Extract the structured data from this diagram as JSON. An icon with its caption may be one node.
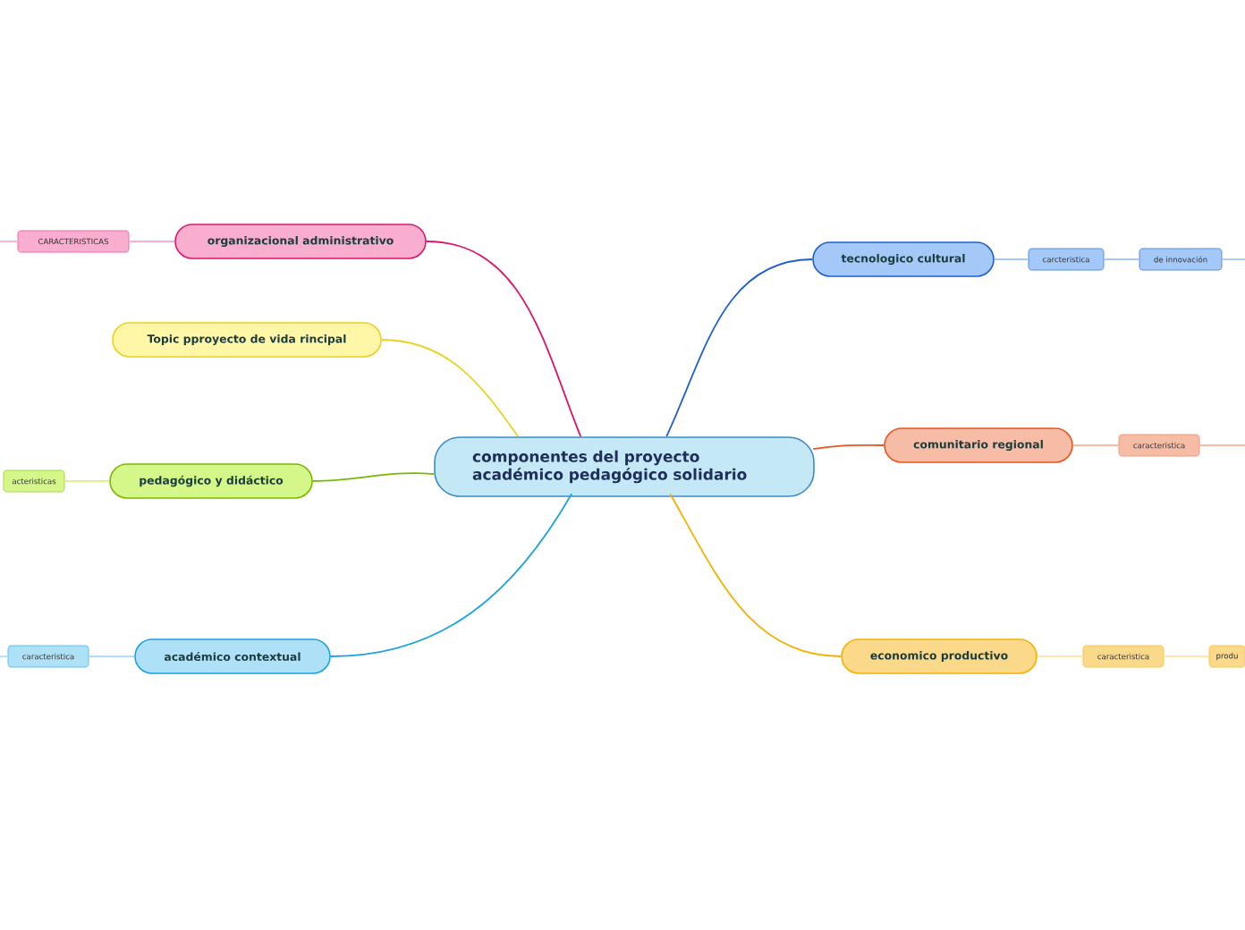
{
  "diagram": {
    "nodes": [
      {
        "text": [
          "componentes del proyecto académico pedagógico solidario"
        ]
      },
      {
        "text": [
          "organizacional administrativo"
        ]
      },
      {
        "text": [
          "CARACTERISTICAS"
        ]
      },
      {
        "text": [
          "Topic pproyecto de vida rincipal"
        ]
      },
      {
        "text": [
          "pedagógico y didáctico"
        ]
      },
      {
        "text": [
          "acteristicas"
        ]
      },
      {
        "text": [
          "académico contextual"
        ]
      },
      {
        "text": [
          "caracteristica"
        ]
      },
      {
        "text": [
          "tecnologico cultural"
        ]
      },
      {
        "text": [
          "carcteristica"
        ]
      },
      {
        "text": [
          "de innovación"
        ]
      },
      {
        "text": [
          "comunitario regional"
        ]
      },
      {
        "text": [
          "caracteristica"
        ]
      },
      {
        "text": [
          "economico productivo"
        ]
      },
      {
        "text": [
          "caracteristica"
        ]
      },
      {
        "text": [
          "produ"
        ]
      }
    ],
    "edges": [
      {
        "from": 0,
        "to": 1,
        "arrow": "none",
        "color": "#e0136b"
      },
      {
        "from": 1,
        "to": 2,
        "arrow": "none",
        "color": "#f9aecf"
      },
      {
        "from": 2,
        "to": null,
        "arrow": "none",
        "color": "#f9aecf"
      },
      {
        "from": 0,
        "to": 3,
        "arrow": "none",
        "color": "#e8d21f"
      },
      {
        "from": 0,
        "to": 4,
        "arrow": "none",
        "color": "#7ab800"
      },
      {
        "from": 4,
        "to": 5,
        "arrow": "none",
        "color": "#d5f78a"
      },
      {
        "from": 0,
        "to": 6,
        "arrow": "none",
        "color": "#1aa3e0"
      },
      {
        "from": 6,
        "to": 7,
        "arrow": "none",
        "color": "#aee1f7"
      },
      {
        "from": 7,
        "to": null,
        "arrow": "none",
        "color": "#aee1f7"
      },
      {
        "from": 0,
        "to": 8,
        "arrow": "none",
        "color": "#1d5fcf"
      },
      {
        "from": 8,
        "to": 9,
        "arrow": "none",
        "color": "#a4c8f7"
      },
      {
        "from": 9,
        "to": 10,
        "arrow": "none",
        "color": "#a4c8f7"
      },
      {
        "from": 10,
        "to": null,
        "arrow": "none",
        "color": "#a4c8f7"
      },
      {
        "from": 0,
        "to": 11,
        "arrow": "none",
        "color": "#e9541e"
      },
      {
        "from": 11,
        "to": 12,
        "arrow": "none",
        "color": "#f7bca6"
      },
      {
        "from": 12,
        "to": null,
        "arrow": "none",
        "color": "#f7bca6"
      },
      {
        "from": 0,
        "to": 13,
        "arrow": "none",
        "color": "#f5b000"
      },
      {
        "from": 13,
        "to": 14,
        "arrow": "none",
        "color": "#fde6b0"
      },
      {
        "from": 14,
        "to": 15,
        "arrow": "none",
        "color": "#fde6b0"
      }
    ]
  }
}
